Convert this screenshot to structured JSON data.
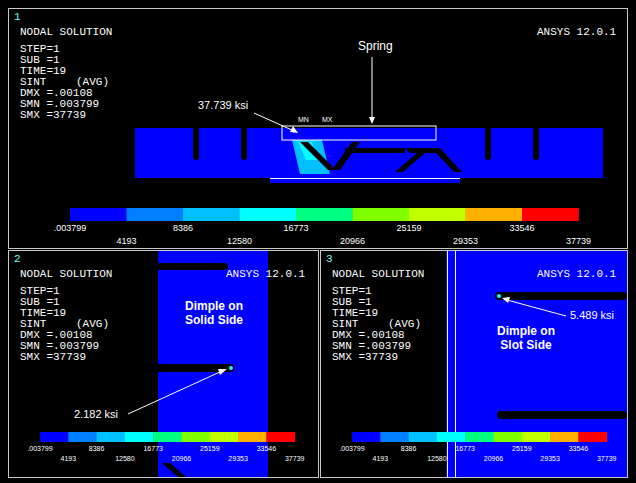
{
  "diagram": {
    "nodes": [
      {
        "text": [
          "1",
          "NODAL SOLUTION",
          "STEP=1",
          "SUB =1",
          "TIME=19",
          "SINT",
          "(AVG)",
          "DMX =.00108",
          "SMN =.003799",
          "SMX =37739",
          "ANSYS 12.0.1",
          "Spring",
          "37.739 ksi",
          "MN",
          "MX",
          ".003799",
          "4193",
          "8386",
          "12580",
          "16773",
          "20966",
          "25159",
          "29353",
          "33546",
          "37739"
        ]
      },
      {
        "text": [
          "2",
          "NODAL SOLUTION",
          "STEP=1",
          "SUB =1",
          "TIME=19",
          "SINT",
          "(AVG)",
          "DMX =.00108",
          "SMN =.003799",
          "SMX =37739",
          "ANSYS 12.0.1",
          "Dimple on Solid Side",
          "2.182 ksi",
          ".003799",
          "4193",
          "8386",
          "12580",
          "16773",
          "20966",
          "25159",
          "29353",
          "33546",
          "37739"
        ]
      },
      {
        "text": [
          "3",
          "NODAL SOLUTION",
          "STEP=1",
          "SUB =1",
          "TIME=19",
          "SINT",
          "(AVG)",
          "DMX =.00108",
          "SMN =.003799",
          "SMX =37739",
          "ANSYS 12.0.1",
          "Dimple on Slot Side",
          "5.489 ksi",
          ".003799",
          "4193",
          "8386",
          "12580",
          "16773",
          "20966",
          "25159",
          "29353",
          "33546",
          "37739"
        ]
      }
    ]
  }
}
